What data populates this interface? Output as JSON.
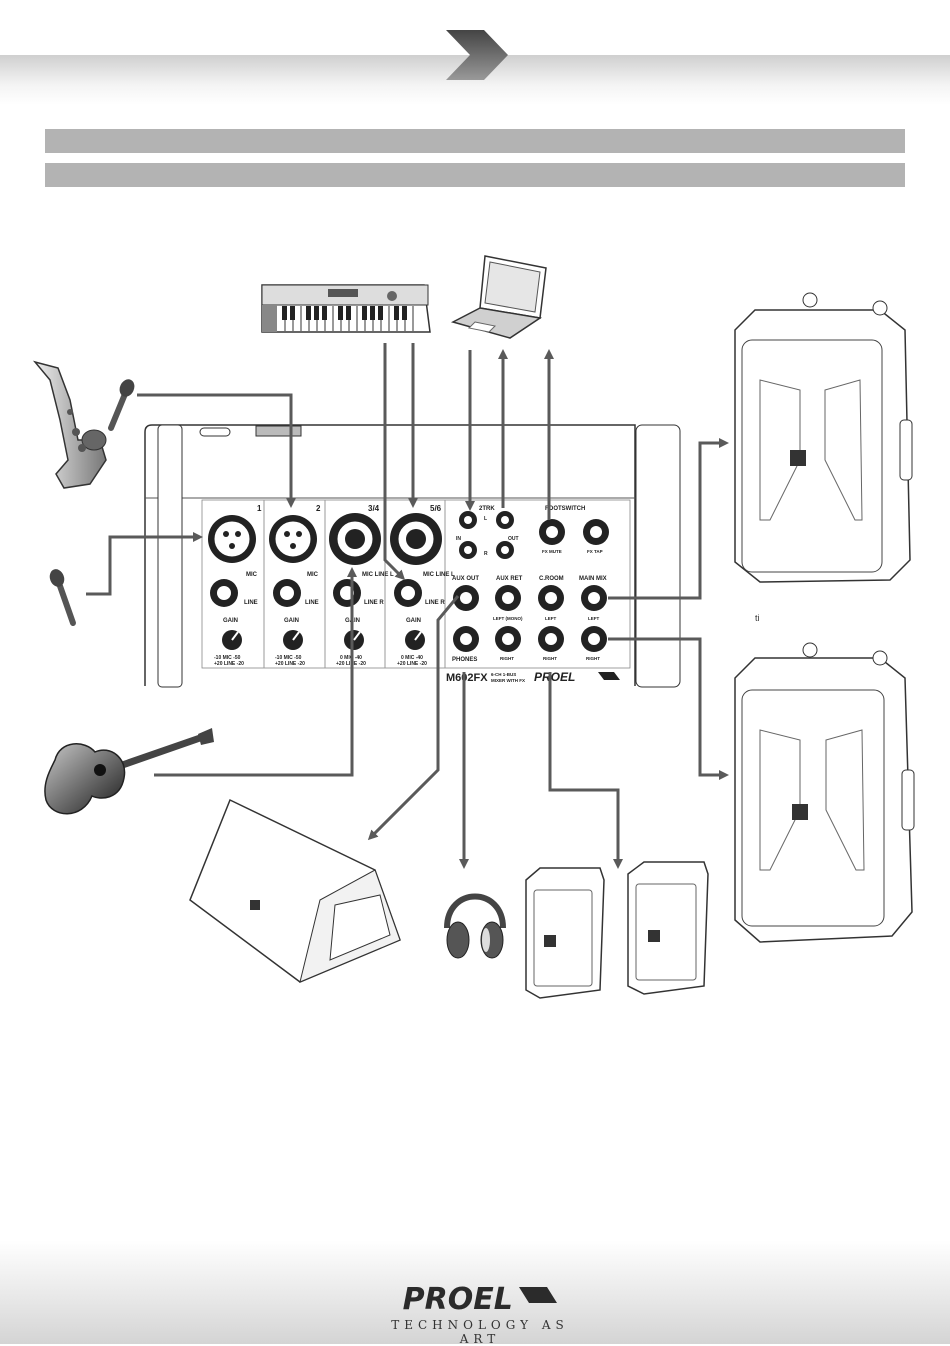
{
  "brand": {
    "logo": "PROEL",
    "tagline": "TECHNOLOGY AS ART"
  },
  "mixer": {
    "model": "M602FX",
    "subtitle1": "6-CH 1-BUS",
    "subtitle2": "MIXER WITH FX",
    "brand": "PROEL",
    "ch1": "1",
    "ch2": "2",
    "ch34": "3/4",
    "ch56": "5/6",
    "mic": "MIC",
    "line": "LINE",
    "mic_line_l": "MIC LINE L",
    "line_r": "LINE R",
    "gain": "GAIN",
    "gain_scale_a": "-10 MIC -50",
    "gain_scale_b": "+20 LINE -20",
    "gain_scale_st_a": "0 MIC -40",
    "two_trk": "2TRK",
    "in": "IN",
    "out": "OUT",
    "l": "L",
    "r": "R",
    "footswitch": "FOOTSWITCH",
    "fx_mute": "FX MUTE",
    "fx_tap": "FX TAP",
    "aux_out": "AUX OUT",
    "aux_ret": "AUX RET",
    "left_mono": "LEFT (MONO)",
    "c_room": "C.ROOM",
    "main_mix": "MAIN MIX",
    "left": "LEFT",
    "right": "RIGHT",
    "phones": "PHONES"
  },
  "stray_mark": "ti",
  "colors": {
    "line": "#5a5a5a",
    "bar": "#b3b3b3"
  }
}
